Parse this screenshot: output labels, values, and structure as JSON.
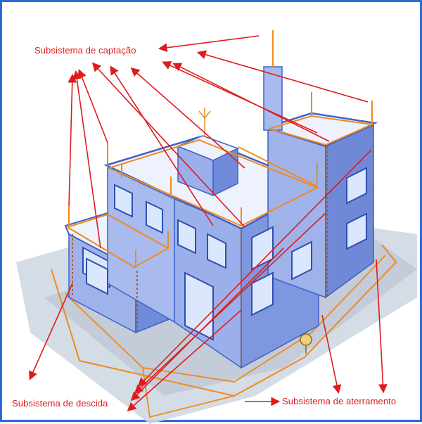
{
  "labels": {
    "captacao": "Subsistema de captação",
    "descida": "Subsistema de descida",
    "aterramento": "Subsistema de aterramento"
  },
  "colors": {
    "border": "#2d6ad6",
    "annotation": "#e01b1b",
    "conductor": "#f08a1c",
    "wall_light": "#b9c8f0",
    "wall_mid": "#8ea6e6",
    "wall_dark": "#6f8bd9",
    "roof": "#e9eefb",
    "ground": "#c9d3de"
  },
  "icons": {
    "antenna": "antenna-icon",
    "ground_marker": "ground-electrode-icon"
  }
}
